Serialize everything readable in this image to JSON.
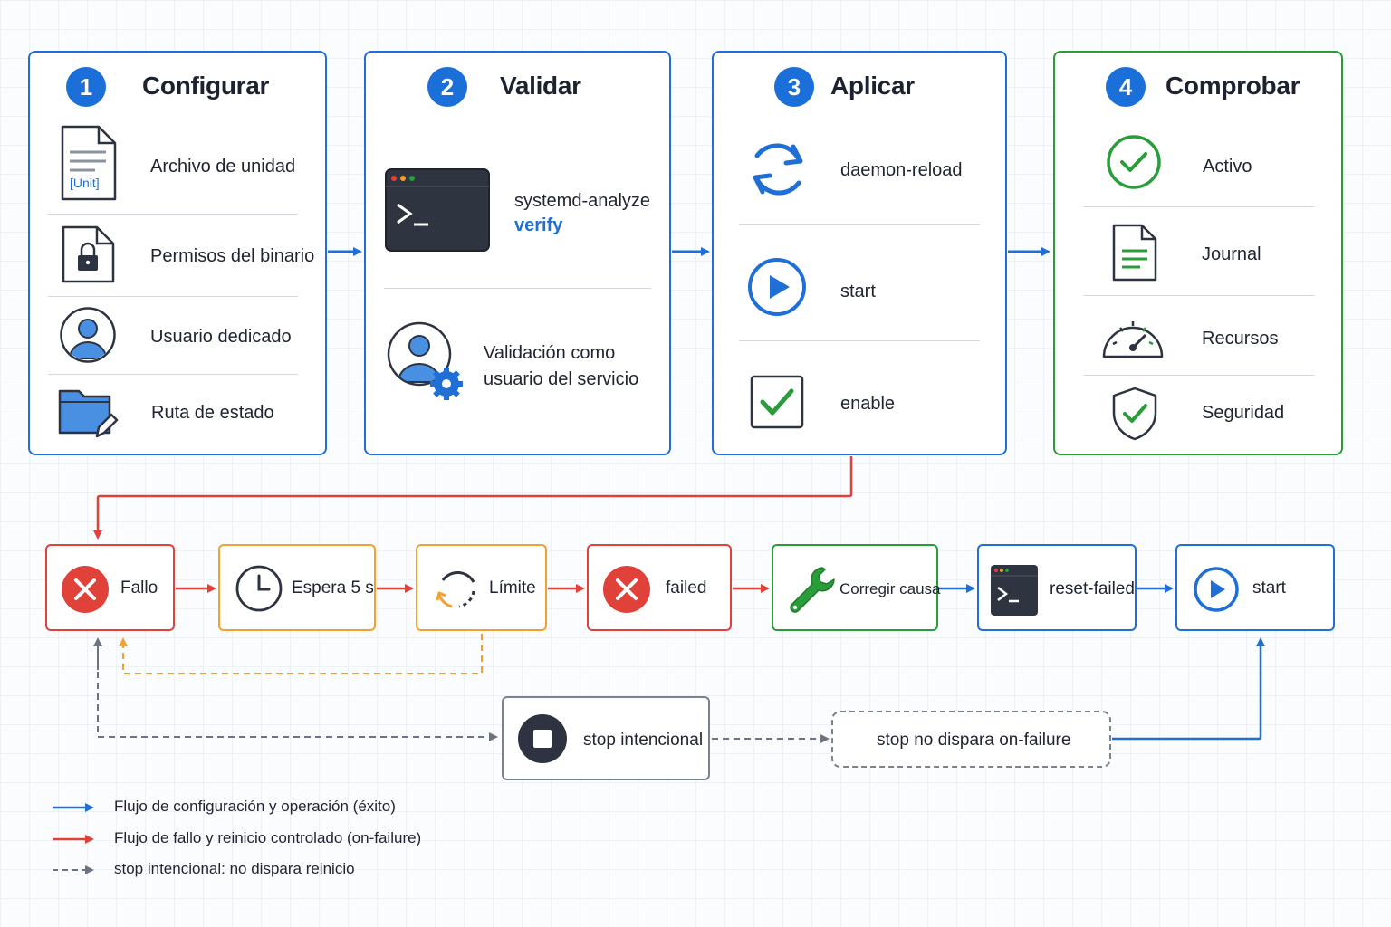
{
  "stages": [
    {
      "number": "1",
      "title": "Configurar",
      "items": [
        "Archivo de unidad",
        "Permisos del binario",
        "Usuario dedicado",
        "Ruta de estado"
      ],
      "unit_tag": "[Unit]"
    },
    {
      "number": "2",
      "title": "Validar",
      "command": "systemd-analyze",
      "command_arg": "verify",
      "validation_line1": "Validación como",
      "validation_line2": "usuario del servicio"
    },
    {
      "number": "3",
      "title": "Aplicar",
      "items": [
        "daemon-reload",
        "start",
        "enable"
      ]
    },
    {
      "number": "4",
      "title": "Comprobar",
      "items": [
        "Activo",
        "Journal",
        "Recursos",
        "Seguridad"
      ]
    }
  ],
  "failure_flow": [
    "Fallo",
    "Espera 5 s",
    "Límite",
    "failed",
    "Corregir causa",
    "reset-failed",
    "start"
  ],
  "stop_box": "stop intencional",
  "stop_note": "stop no dispara on-failure",
  "legend": [
    {
      "text": "Flujo de configuración y operación (éxito)",
      "color": "#1f6fd6"
    },
    {
      "text": "Flujo de fallo y reinicio controlado (on-failure)",
      "color": "#e0423a"
    },
    {
      "text": "stop intencional: no dispara reinicio",
      "color": "#6b7280"
    }
  ],
  "colors": {
    "blue": "#1f6fd6",
    "red": "#e0423a",
    "orange": "#f0a12f",
    "green": "#2a9d3a",
    "gray": "#6b7280",
    "dark": "#2d3340"
  }
}
